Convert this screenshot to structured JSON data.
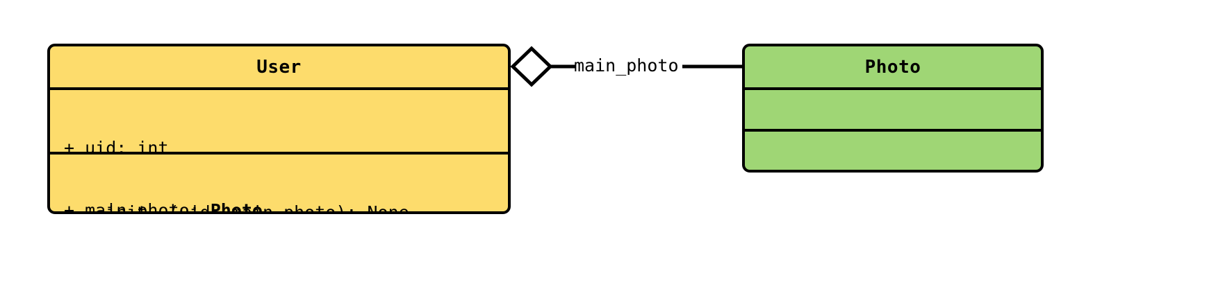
{
  "diagram": {
    "type": "uml-class-diagram",
    "background_color": "#ffffff",
    "line_color": "#000000",
    "classes": [
      {
        "name": "User",
        "fill_color": "#fddc6c",
        "attributes": [
          {
            "text": "+ uid: int",
            "prefix": "+ uid: ",
            "type_name": ""
          },
          {
            "text": "+ main_photo: Photo",
            "prefix": "+ main_photo: ",
            "type_name": "Photo"
          }
        ],
        "methods": [
          {
            "text": "+ __init__(uid, main_photo): None"
          }
        ]
      },
      {
        "name": "Photo",
        "fill_color": "#9fd675",
        "attributes": [],
        "methods": []
      }
    ],
    "relationships": [
      {
        "kind": "aggregation",
        "label": "main_photo",
        "source": "User",
        "target": "Photo",
        "diamond_fill": "#ffffff",
        "diamond_stroke": "#000000"
      }
    ]
  }
}
